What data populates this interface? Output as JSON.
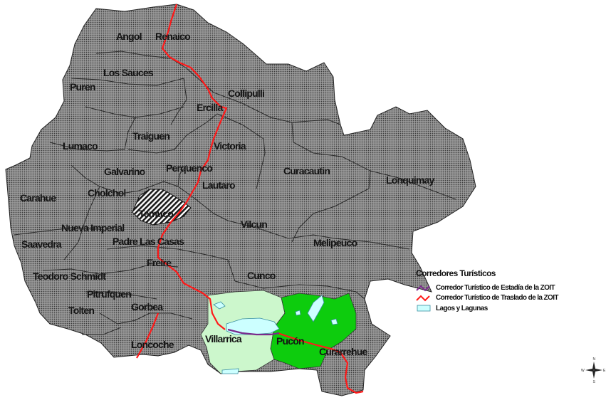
{
  "colors": {
    "region_fill": "#9a9a9a",
    "urban_fill": "#1b1b1b",
    "villarrica_fill": "#ccf7cc",
    "pucon_fill": "#0dcc0d",
    "lake_fill": "#ccffff",
    "stay_corridor": "#7a2a8c",
    "transfer_corridor": "#ff1a1a"
  },
  "communes": [
    "Angol",
    "Renaico",
    "Los Sauces",
    "Puren",
    "Collipulli",
    "Ercilla",
    "Traiguen",
    "Lumaco",
    "Victoria",
    "Galvarino",
    "Perquenco",
    "Curacautin",
    "Lonquimay",
    "Lautaro",
    "Cholchol",
    "Carahue",
    "Temuco",
    "Nueva Imperial",
    "Vilcun",
    "Saavedra",
    "Padre Las Casas",
    "Melipeuco",
    "Freire",
    "Cunco",
    "Teodoro Schmidt",
    "Pitrufquen",
    "Tolten",
    "Gorbea",
    "Villarrica",
    "Pucón",
    "Loncoche",
    "Curarrehue"
  ],
  "legend": {
    "title": "Corredores Turísticos",
    "items": [
      {
        "label": "Corredor Turístico de Estadía de la ZOIT",
        "icon": "purple-zigzag-line-icon"
      },
      {
        "label": "Corredor Turístico de Traslado de la ZOIT",
        "icon": "red-zigzag-line-icon"
      },
      {
        "label": "Lagos y Lagunas",
        "icon": "cyan-rectangle-icon"
      }
    ]
  },
  "compass": {
    "n": "N",
    "s": "S",
    "e": "E",
    "w": "W"
  }
}
